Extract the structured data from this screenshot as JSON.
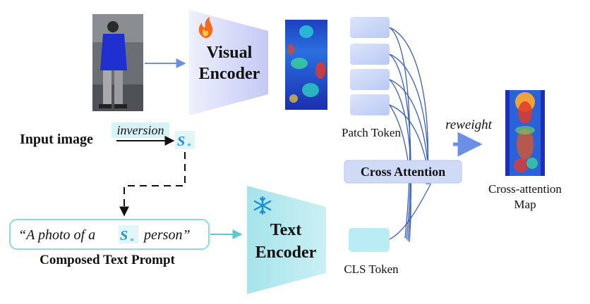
{
  "input_image": {
    "label": "Input image"
  },
  "inversion": {
    "label": "inversion"
  },
  "pseudo_token": {
    "symbol": "S",
    "subscript": "*"
  },
  "visual_encoder": {
    "line1": "Visual",
    "line2": "Encoder",
    "status_icon": "fire-icon"
  },
  "text_encoder": {
    "line1": "Text",
    "line2": "Encoder",
    "status_icon": "snowflake-icon"
  },
  "prompt": {
    "before": "“A photo of a",
    "after": "person”",
    "caption": "Composed Text Prompt"
  },
  "patch_token": {
    "label": "Patch Token",
    "count": 4
  },
  "cls_token": {
    "label": "CLS Token"
  },
  "cross_attention": {
    "label": "Cross Attention"
  },
  "reweight": {
    "label": "reweight"
  },
  "output": {
    "line1": "Cross-attention",
    "line2": "Map"
  },
  "colors": {
    "visual_encoder_fill": "#c9cdf6",
    "text_encoder_fill": "#a9e6ec",
    "token_fill": "#c8d6f7",
    "cls_fill": "#bcecf3",
    "connection_line": "#3a5fb3",
    "arrow_blue": "#6b8fe6",
    "pseudo_token": "#1a8fd6"
  }
}
